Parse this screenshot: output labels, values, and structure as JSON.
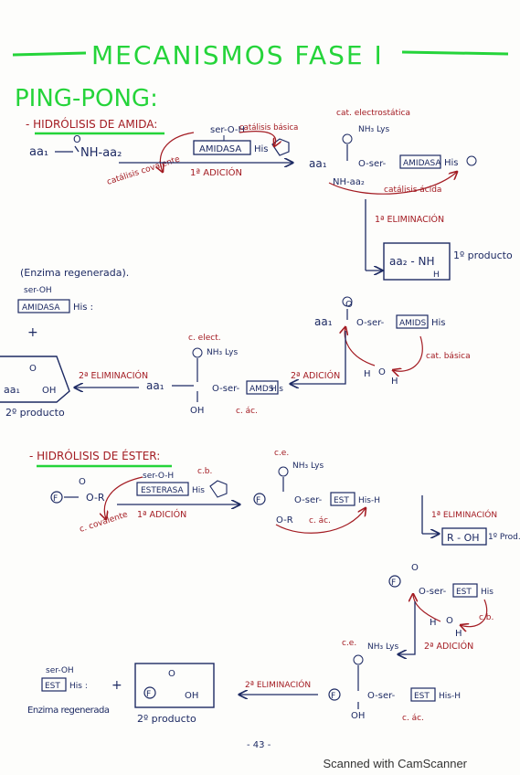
{
  "title": "MECANISMOS FASE I",
  "section1": {
    "heading": "PING-PONG:",
    "subheading": "- HIDRÓLISIS DE AMIDA:",
    "substrate": "aa₁",
    "substrate_nh": "NH-aa₂",
    "carbonyl_o": "O",
    "ser_oh": "ser-O-H",
    "enzyme_box": "AMIDASA",
    "his": "His",
    "cat_basica": "catálisis básica",
    "cat_covalente": "catálisis covalente",
    "adicion1": "1ª ADICIÓN",
    "cat_electrostatica": "cat. electrostática",
    "lys_nh3": "NH₃ Lys",
    "intermediate_aa1": "aa₁",
    "intermediate_ser": "O-ser-",
    "intermediate_enzyme": "AMIDASA",
    "intermediate_his": "His",
    "intermediate_nh": "NH-aa₂",
    "cat_acida": "catálisis ácida",
    "eliminacion1": "1ª ELIMINACIÓN",
    "product1_label": "aa₂ - NH",
    "product1_h": "H",
    "product1_caption": "1º producto",
    "acyl_aa1": "aa₁",
    "acyl_ser": "O-ser-",
    "acyl_enzyme": "AMIDS",
    "acyl_his": "His",
    "water_h1": "H",
    "water_o": "O",
    "water_h2": "H",
    "cat_basica2": "cat. básica",
    "adicion2": "2ª ADICIÓN",
    "c_elect": "c. elect.",
    "lys2": "NH₃ Lys",
    "tet2_aa1": "aa₁",
    "tet2_oh": "OH",
    "tet2_ser": "O-ser-",
    "tet2_enzyme": "AMDS",
    "tet2_his": "His",
    "c_ac": "c. ác.",
    "eliminacion2": "2ª ELIMINACIÓN",
    "product2_aa1": "aa₁",
    "product2_oh": "OH",
    "product2_caption": "2º producto",
    "regen_label": "(Enzima regenerada).",
    "regen_ser": "ser-OH",
    "regen_enzyme": "AMIDASA",
    "regen_his": "His :",
    "plus": "+"
  },
  "section2": {
    "subheading": "- HIDRÓLISIS DE ÉSTER:",
    "substrate_f": "F",
    "substrate_or": "O-R",
    "ser_oh": "ser-O-H",
    "enzyme_box": "ESTERASA",
    "his": "His",
    "cb": "c.b.",
    "c_covalente": "c. covalente",
    "adicion1": "1ª ADICIÓN",
    "ce": "c.e.",
    "lys": "NH₃ Lys",
    "tet_f": "F",
    "tet_ser": "O-ser-",
    "tet_enzyme": "EST",
    "tet_his": "His-H",
    "tet_or": "O-R",
    "c_ac": "c. ác.",
    "eliminacion1": "1ª ELIMINACIÓN",
    "product1": "R - OH",
    "product1_caption": "1º Prod.",
    "acyl_f": "F",
    "acyl_ser": "O-ser-",
    "acyl_enzyme": "EST",
    "acyl_his": "His",
    "cb2": "c.b.",
    "adicion2": "2ª ADICIÓN",
    "ce2": "c.e.",
    "lys2": "NH₃ Lys",
    "tet2_f": "F",
    "tet2_oh": "OH",
    "tet2_ser": "O-ser-",
    "tet2_enzyme": "EST",
    "tet2_his": "His-H",
    "c_ac2": "c. ác.",
    "eliminacion2": "2ª ELIMINACIÓN",
    "product2_f": "F",
    "product2_oh": "OH",
    "product2_caption": "2º producto",
    "regen_ser": "ser-OH",
    "regen_enzyme": "EST",
    "regen_his": "His :",
    "regen_caption": "Enzima regenerada",
    "plus": "+"
  },
  "page_number": "- 43 -",
  "scanner_watermark": "Scanned with CamScanner",
  "colors": {
    "green": "#25d43a",
    "navy": "#1d2a63",
    "red": "#a31b22"
  }
}
